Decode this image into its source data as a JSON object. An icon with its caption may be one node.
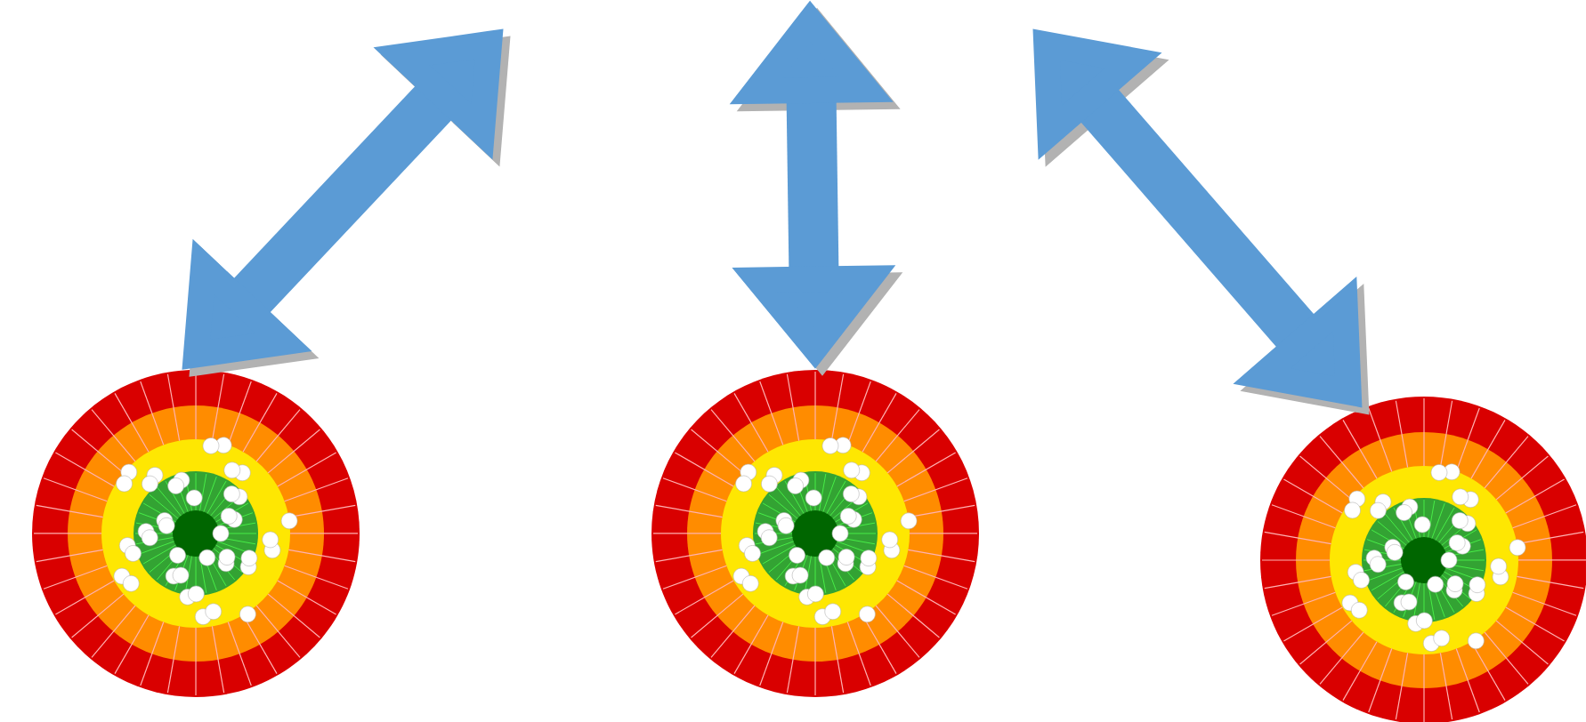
{
  "diagram": {
    "nodes": [
      {
        "text": [],
        "shape": "picture"
      },
      {
        "text": [],
        "shape": "picture"
      },
      {
        "text": [],
        "shape": "picture"
      }
    ],
    "edges": [
      {
        "from": null,
        "to": 0,
        "arrow": "both"
      },
      {
        "from": null,
        "to": 1,
        "arrow": "both"
      },
      {
        "from": null,
        "to": 2,
        "arrow": "both"
      }
    ]
  }
}
